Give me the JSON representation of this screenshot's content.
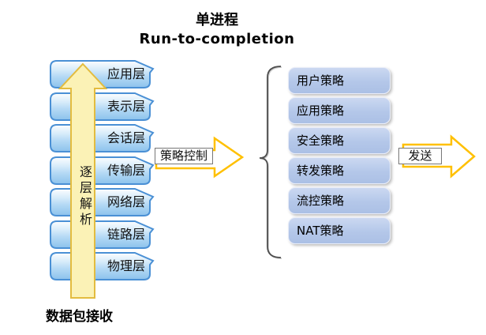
{
  "title": {
    "line1": "单进程",
    "line2": "Run-to-completion"
  },
  "osi_stack": {
    "layers": [
      "应用层",
      "表示层",
      "会话层",
      "传输层",
      "网络层",
      "链路层",
      "物理层"
    ]
  },
  "up_arrow": {
    "label": "逐层解析"
  },
  "receive_label": "数据包接收",
  "policy_arrow": {
    "label": "策略控制"
  },
  "policies": [
    "用户策略",
    "应用策略",
    "安全策略",
    "转发策略",
    "流控策略",
    "NAT策略"
  ],
  "send_arrow": {
    "label": "发送"
  },
  "colors": {
    "layer_box_border": "#4a90d5",
    "layer_box_fill_top": "#fdfeff",
    "layer_box_fill_bottom": "#8cc2ec",
    "policy_box_fill": "#b4c7e9",
    "up_arrow_fill": "#fbf2b6",
    "up_arrow_border": "#e3bc3f",
    "flow_arrow_border": "#ffc000",
    "brace_stroke": "#4d4d4d",
    "text": "#000000"
  }
}
